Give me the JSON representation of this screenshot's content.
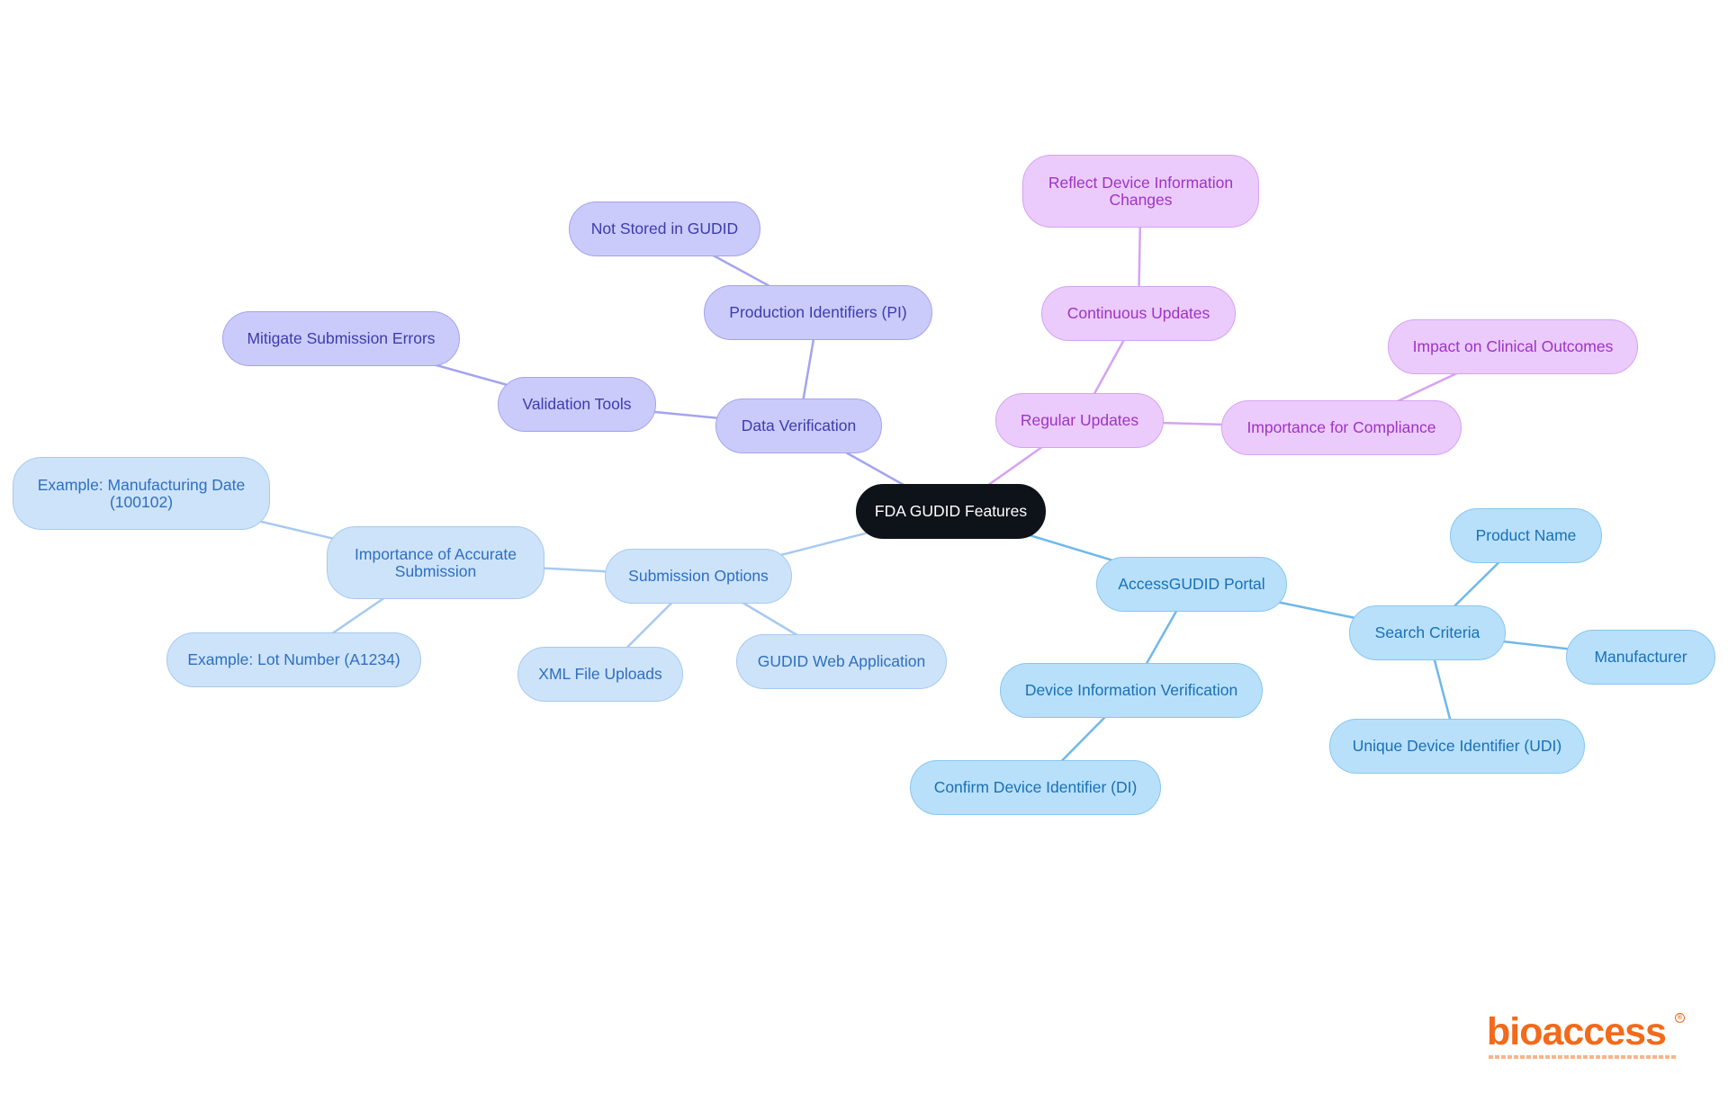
{
  "diagram": {
    "root": "FDA GUDID Features",
    "nodes": {
      "data_verification": "Data Verification",
      "production_identifiers": "Production Identifiers (PI)",
      "not_stored": "Not Stored in GUDID",
      "validation_tools": "Validation Tools",
      "mitigate_errors": "Mitigate Submission Errors",
      "regular_updates": "Regular Updates",
      "continuous_updates": "Continuous Updates",
      "reflect_changes": "Reflect Device Information Changes",
      "importance_compliance": "Importance for Compliance",
      "impact_outcomes": "Impact on Clinical Outcomes",
      "submission_options": "Submission Options",
      "importance_accurate": "Importance of Accurate Submission",
      "example_date": "Example: Manufacturing Date (100102)",
      "example_lot": "Example: Lot Number (A1234)",
      "xml_uploads": "XML File Uploads",
      "gudid_web_app": "GUDID Web Application",
      "accessgudid_portal": "AccessGUDID Portal",
      "device_info_verification": "Device Information Verification",
      "confirm_di": "Confirm Device Identifier (DI)",
      "search_criteria": "Search Criteria",
      "product_name": "Product Name",
      "manufacturer": "Manufacturer",
      "udi": "Unique Device Identifier (UDI)"
    },
    "branch_colors": {
      "data_verification": "#a3a3f0",
      "regular_updates": "#d5a2f2",
      "submission_options": "#a7c9f0",
      "accessgudid_portal": "#6fb8ea"
    }
  },
  "brand": {
    "name": "bioaccess",
    "reg_mark": "®",
    "color": "#f26a1b"
  }
}
